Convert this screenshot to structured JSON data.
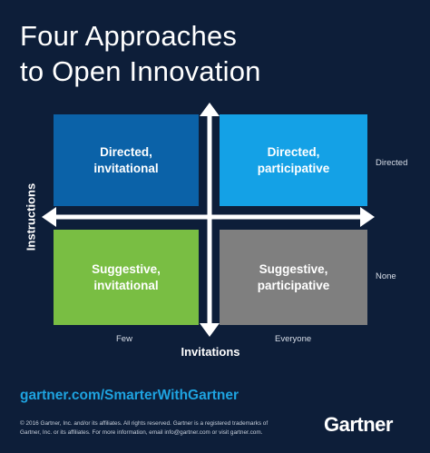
{
  "title": {
    "line1": "Four Approaches",
    "line2": "to Open Innovation"
  },
  "quadrants": {
    "top_left": {
      "line1": "Directed,",
      "line2": "invitational",
      "color": "#0b62a8"
    },
    "top_right": {
      "line1": "Directed,",
      "line2": "participative",
      "color": "#14a1e6"
    },
    "bottom_left": {
      "line1": "Suggestive,",
      "line2": "invitational",
      "color": "#79be43"
    },
    "bottom_right": {
      "line1": "Suggestive,",
      "line2": "participative",
      "color": "#7f7f7f"
    }
  },
  "axes": {
    "x_label": "Invitations",
    "y_label": "Instructions",
    "x_ticks": [
      "Few",
      "Everyone"
    ],
    "y_ticks": [
      "Directed",
      "None"
    ],
    "axis_color": "#ffffff"
  },
  "footer": {
    "url": "gartner.com/SmarterWithGartner",
    "copyright_line1": "© 2016 Gartner, Inc. and/or its affiliates. All rights reserved. Gartner is a registered trademarks of",
    "copyright_line2": "Gartner, Inc. or its affiliates. For more information, email info@gartner.com or visit gartner.com.",
    "logo": "Gartner"
  },
  "colors": {
    "background": "#0d1e39",
    "url_accent": "#1ea3e0"
  }
}
